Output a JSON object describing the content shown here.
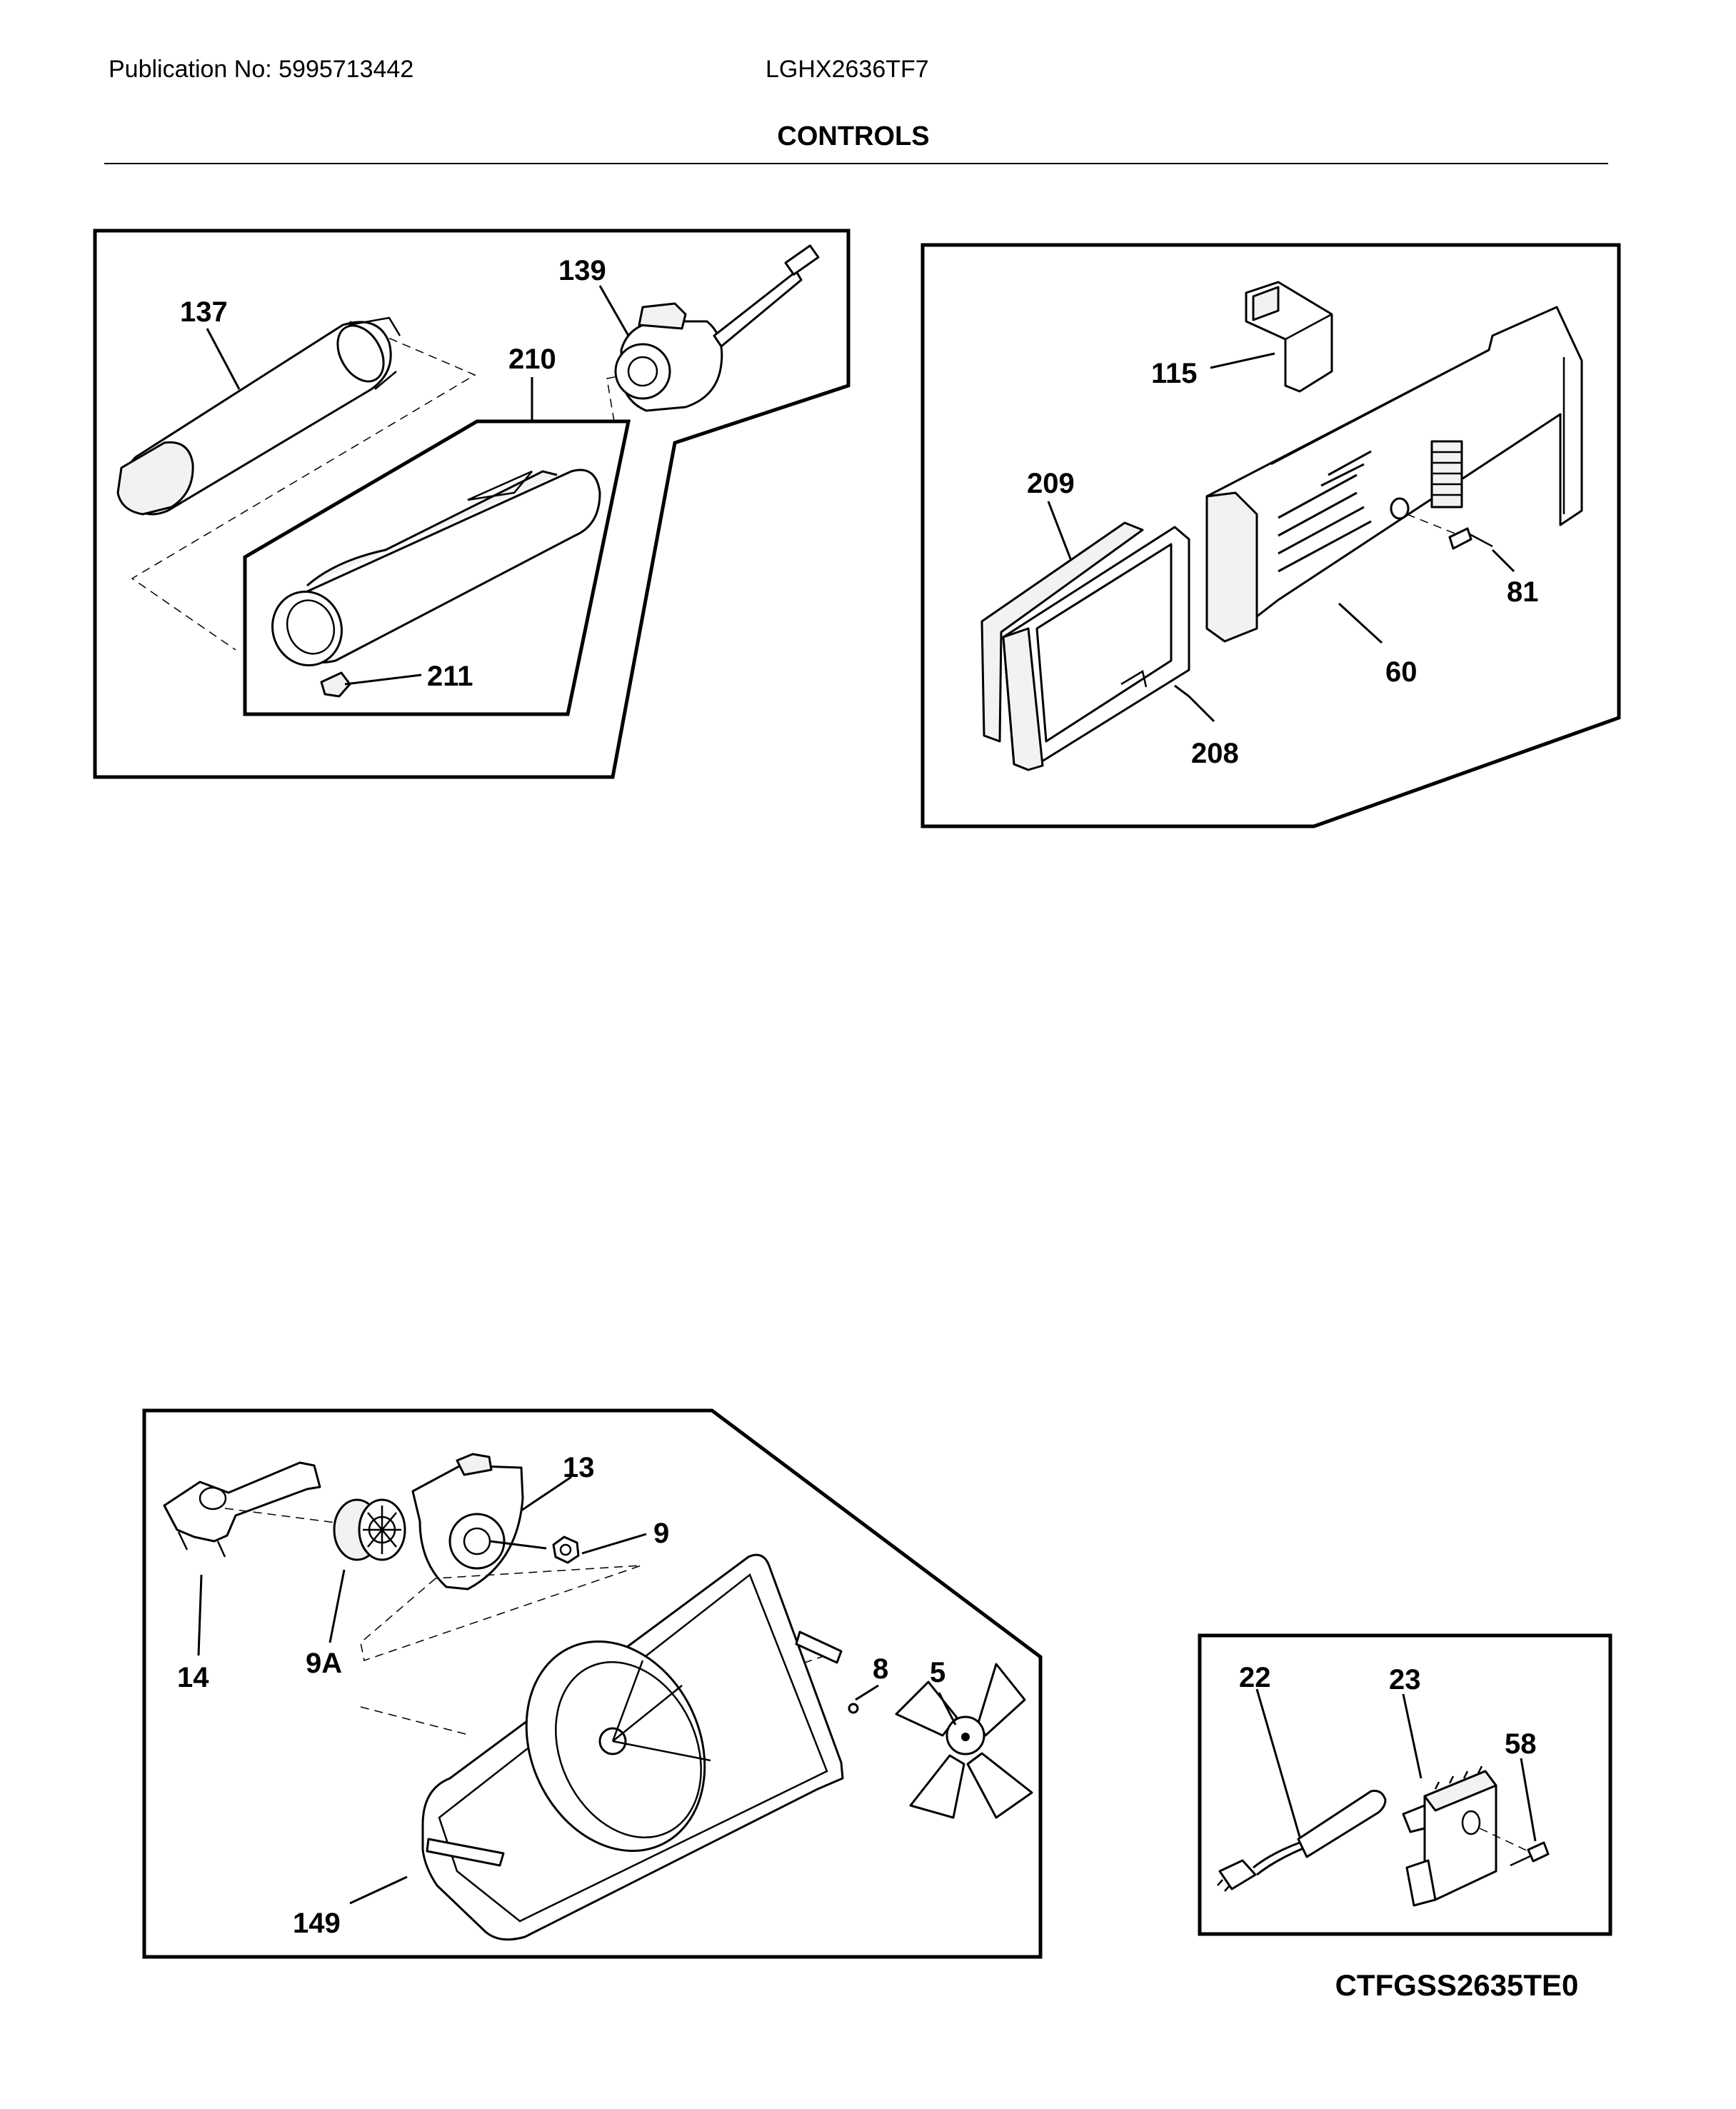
{
  "header": {
    "publication": "Publication No: 5995713442",
    "model": "LGHX2636TF7",
    "section_title": "CONTROLS"
  },
  "callouts": {
    "p137": "137",
    "p139": "139",
    "p210": "210",
    "p211": "211",
    "p115": "115",
    "p209": "209",
    "p81": "81",
    "p60": "60",
    "p208": "208",
    "p13": "13",
    "p9": "9",
    "p14": "14",
    "p9A": "9A",
    "p8": "8",
    "p5": "5",
    "p149": "149",
    "p22": "22",
    "p23": "23",
    "p58": "58"
  },
  "footer": {
    "catalog_code": "CTFGSS2635TE0"
  }
}
